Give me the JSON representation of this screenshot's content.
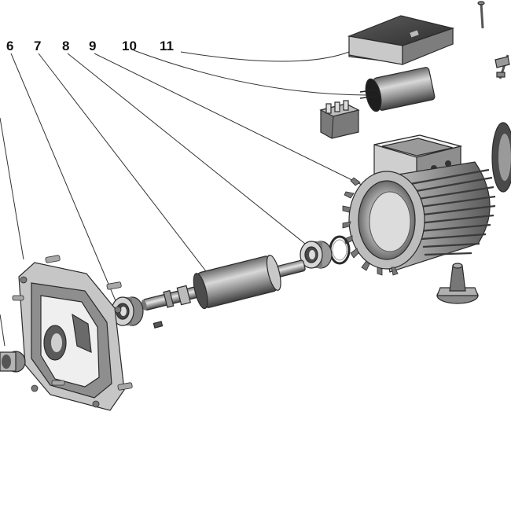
{
  "callouts": [
    {
      "id": "6",
      "label": "6"
    },
    {
      "id": "7",
      "label": "7"
    },
    {
      "id": "8",
      "label": "8"
    },
    {
      "id": "9",
      "label": "9"
    },
    {
      "id": "10",
      "label": "10"
    },
    {
      "id": "11",
      "label": "11"
    }
  ],
  "colors": {
    "background": "#ffffff",
    "ink": "#2b2b2b",
    "metal_dark": "#5a5a5a",
    "metal_mid": "#8c8c8c",
    "metal_light": "#d2d2d2"
  }
}
